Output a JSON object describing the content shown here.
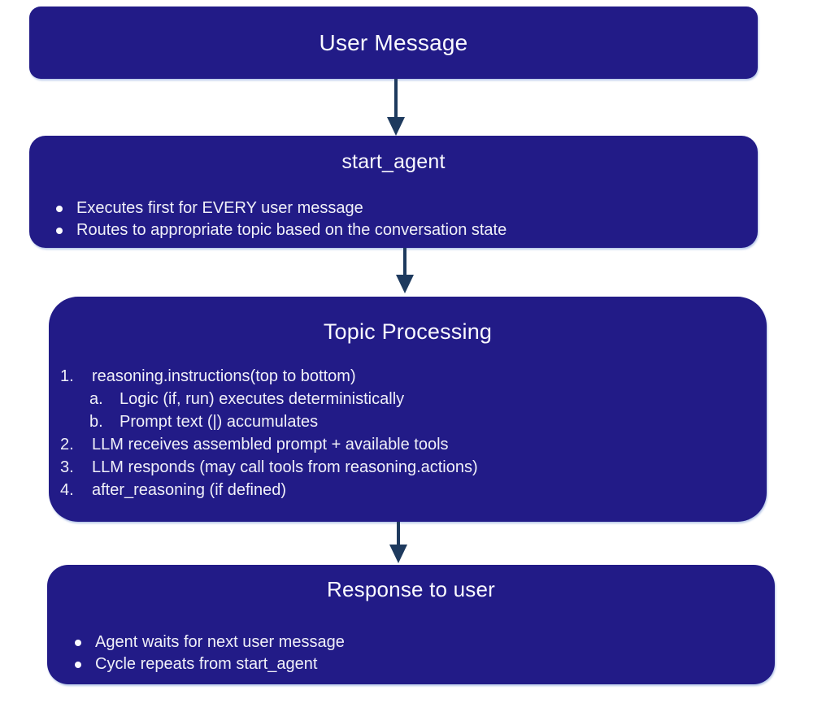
{
  "colors": {
    "box_fill": "#221b87",
    "arrow": "#1e3a5e",
    "title_text": "#fafaff",
    "body_text": "#f0f0f8",
    "canvas_bg": "#ffffff"
  },
  "boxes": {
    "user_message": {
      "title": "User Message"
    },
    "start_agent": {
      "title": "start_agent",
      "bullets": [
        "Executes first for EVERY user message",
        "Routes to appropriate topic based on the conversation state"
      ]
    },
    "topic_processing": {
      "title": "Topic Processing",
      "items": [
        {
          "marker": "1.",
          "text": "reasoning.instructions(top to bottom)"
        },
        {
          "marker": "a.",
          "text": "Logic (if, run) executes deterministically"
        },
        {
          "marker": "b.",
          "text": "Prompt text (|) accumulates"
        },
        {
          "marker": "2.",
          "text": "LLM receives assembled prompt + available tools"
        },
        {
          "marker": "3.",
          "text": "LLM responds (may call tools from reasoning.actions)"
        },
        {
          "marker": "4.",
          "text": "after_reasoning (if defined)"
        }
      ]
    },
    "response_to_user": {
      "title": "Response to user",
      "bullets": [
        "Agent waits for next user message",
        "Cycle repeats from start_agent"
      ]
    }
  }
}
